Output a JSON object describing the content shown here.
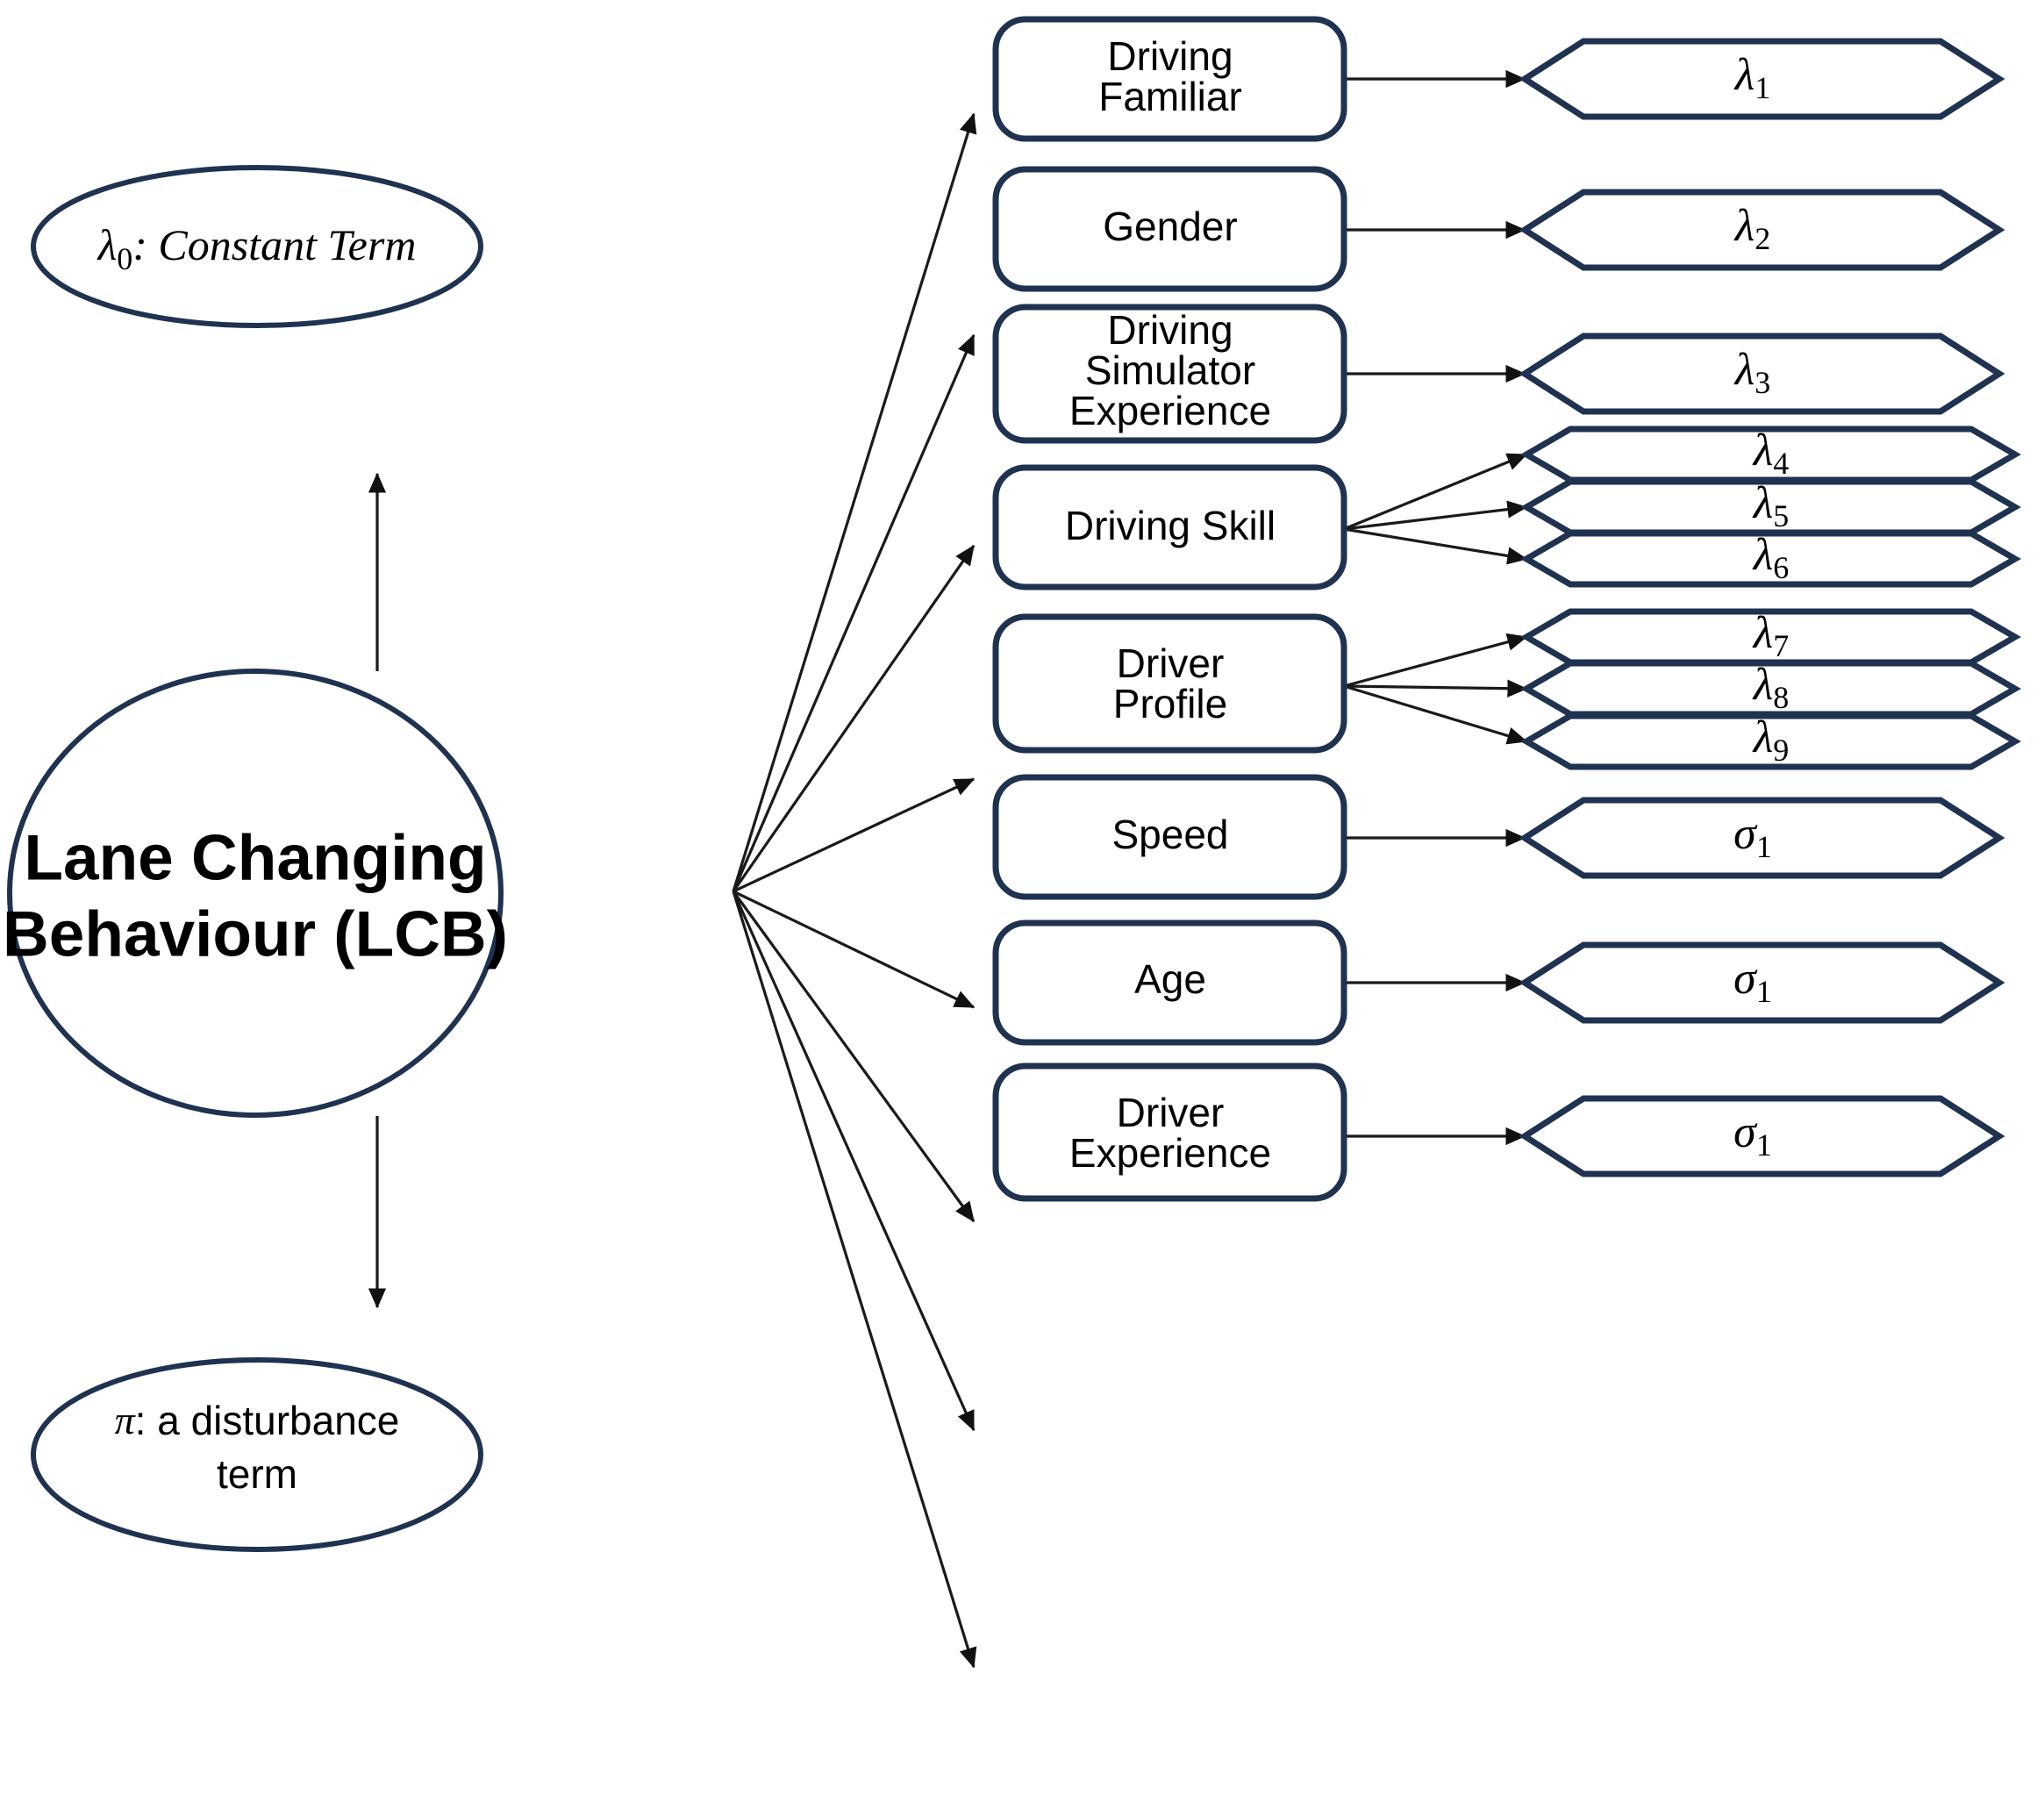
{
  "diagram": {
    "type": "path-diagram",
    "accent_color": "#1f3250",
    "line_color": "#1a1a1a",
    "background": "#ffffff",
    "latent": {
      "label_line1": "Lane Changing",
      "label_line2": "Behaviour (LCB)",
      "shape": "ellipse"
    },
    "constant_term": {
      "greek": "λ",
      "subscript": "0",
      "text": ": Constant Term",
      "full_label": "λ₀: Constant Term",
      "shape": "ellipse"
    },
    "disturbance_term": {
      "greek": "π",
      "text_line1": ": a disturbance",
      "text_line2": "term",
      "full_label": "π: a disturbance term",
      "shape": "ellipse"
    },
    "indicators": [
      {
        "label_lines": [
          "Driving",
          "Familiar"
        ],
        "full_label": "Driving Familiar",
        "loadings": [
          {
            "greek": "λ",
            "subscript": "1",
            "full": "λ₁"
          }
        ]
      },
      {
        "label_lines": [
          "Gender"
        ],
        "full_label": "Gender",
        "loadings": [
          {
            "greek": "λ",
            "subscript": "2",
            "full": "λ₂"
          }
        ]
      },
      {
        "label_lines": [
          "Driving",
          "Simulator",
          "Experience"
        ],
        "full_label": "Driving Simulator Experience",
        "loadings": [
          {
            "greek": "λ",
            "subscript": "3",
            "full": "λ₃"
          }
        ]
      },
      {
        "label_lines": [
          "Driving Skill"
        ],
        "full_label": "Driving Skill",
        "loadings": [
          {
            "greek": "λ",
            "subscript": "4",
            "full": "λ₄"
          },
          {
            "greek": "λ",
            "subscript": "5",
            "full": "λ₅"
          },
          {
            "greek": "λ",
            "subscript": "6",
            "full": "λ₆"
          }
        ]
      },
      {
        "label_lines": [
          "Driver",
          "Profile"
        ],
        "full_label": "Driver Profile",
        "loadings": [
          {
            "greek": "λ",
            "subscript": "7",
            "full": "λ₇"
          },
          {
            "greek": "λ",
            "subscript": "8",
            "full": "λ₈"
          },
          {
            "greek": "λ",
            "subscript": "9",
            "full": "λ₉"
          }
        ]
      },
      {
        "label_lines": [
          "Speed"
        ],
        "full_label": "Speed",
        "loadings": [
          {
            "greek": "σ",
            "subscript": "1",
            "full": "σ₁"
          }
        ]
      },
      {
        "label_lines": [
          "Age"
        ],
        "full_label": "Age",
        "loadings": [
          {
            "greek": "σ",
            "subscript": "1",
            "full": "σ₁"
          }
        ]
      },
      {
        "label_lines": [
          "Driver",
          "Experience"
        ],
        "full_label": "Driver Experience",
        "loadings": [
          {
            "greek": "σ",
            "subscript": "1",
            "full": "σ₁"
          }
        ]
      }
    ]
  }
}
